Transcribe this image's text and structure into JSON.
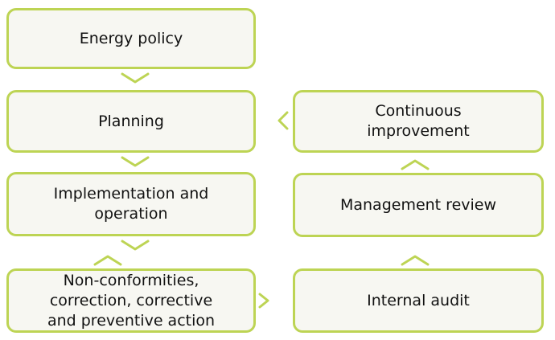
{
  "diagram": {
    "energy_policy": "Energy policy",
    "planning": "Planning",
    "implementation": "Implementation and\noperation",
    "nonconformities": "Non-conformities,\ncorrection, corrective\nand preventive action",
    "internal_audit": "Internal audit",
    "management_review": "Management review",
    "continuous_improvement": "Continuous\nimprovement"
  },
  "colors": {
    "box_fill": "#f7f7f2",
    "box_border": "#bdd454",
    "text": "#111111"
  }
}
